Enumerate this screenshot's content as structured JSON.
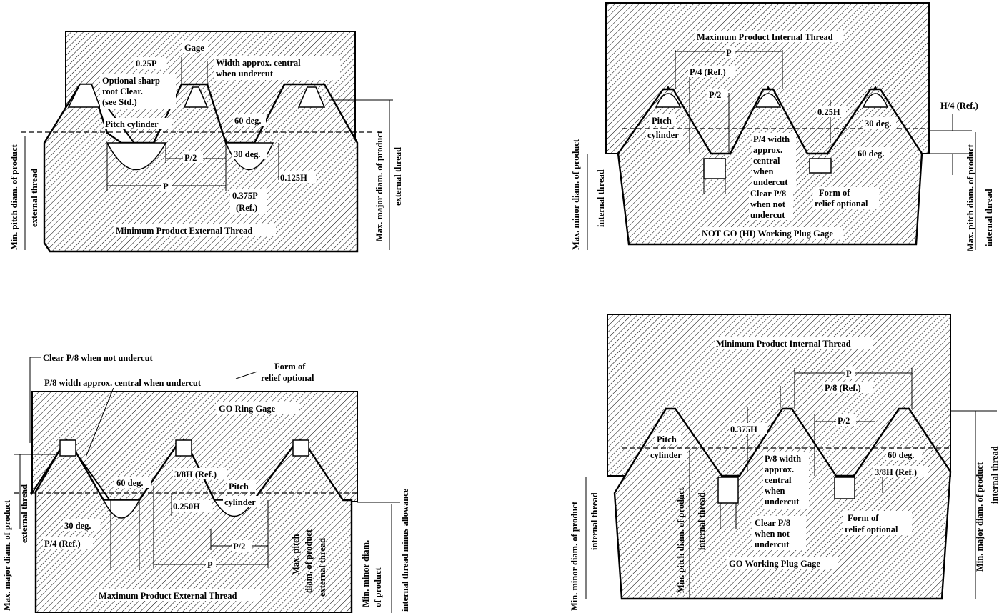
{
  "panels": {
    "top_left": {
      "title": "Minimum Product External Thread",
      "gage": "Gage",
      "labels": {
        "quarter_p": "0.25P",
        "width_note_1": "Width approx. central",
        "width_note_2": "when undercut",
        "sharp_1": "Optional sharp",
        "sharp_2": "root Clear.",
        "sharp_3": "(see Std.)",
        "pitch_cyl": "Pitch cylinder",
        "deg60": "60 deg.",
        "deg30": "30 deg.",
        "half_p": "P/2",
        "h125": "0.125H",
        "p": "P",
        "p375_1": "0.375P",
        "p375_2": "(Ref.)"
      },
      "side_left_1": "Min. pitch diam. of product",
      "side_left_2": "external thread",
      "side_right_1": "Max. major diam. of product",
      "side_right_2": "external thread"
    },
    "top_right": {
      "title": "Maximum Product Internal Thread",
      "bottom": "NOT GO (HI) Working Plug Gage",
      "labels": {
        "p": "P",
        "p4ref": "P/4 (Ref.)",
        "half_p": "P/2",
        "h25": "0.25H",
        "pitch": "Pitch",
        "cylinder": "cylinder",
        "deg30": "30 deg.",
        "deg60": "60 deg.",
        "w1": "P/4 width",
        "w2": "approx.",
        "w3": "central",
        "w4": "when",
        "w5": "undercut",
        "c1": "Clear P/8",
        "c2": "when not",
        "c3": "undercut",
        "f1": "Form of",
        "f2": "relief optional",
        "h4ref": "H/4 (Ref.)"
      },
      "side_left_1": "Max. minor diam. of product",
      "side_left_2": "internal thread",
      "side_right_1": "Max. pitch diam. of product",
      "side_right_2": "internal thread"
    },
    "bottom_left": {
      "title": "Maximum Product External Thread",
      "gage": "GO Ring Gage",
      "labels": {
        "clear": "Clear P/8 when not undercut",
        "width": "P/8 width approx. central when undercut",
        "form1": "Form of",
        "form2": "relief optional",
        "deg60": "60 deg.",
        "h38": "3/8H (Ref.)",
        "h250": "0.250H",
        "pitch": "Pitch",
        "cylinder": "cylinder",
        "deg30": "30 deg.",
        "p4ref": "P/4 (Ref.)",
        "half_p": "P/2",
        "p": "P",
        "mp1": "Max. pitch",
        "mp2": "diam. of product",
        "mp3": "external thread"
      },
      "side_left_1": "Max. major diam. of product",
      "side_left_2": "external thread",
      "side_right_1": "Min. minor diam.",
      "side_right_2": "of product",
      "side_right_3": "internal thread minus allowance"
    },
    "bottom_right": {
      "title": "Minimum Product Internal Thread",
      "bottom": "GO Working Plug Gage",
      "labels": {
        "p": "P",
        "p8ref": "P/8 (Ref.)",
        "h375": "0.375H",
        "half_p": "P/2",
        "pitch": "Pitch",
        "cylinder": "cylinder",
        "deg60": "60 deg.",
        "h38": "3/8H (Ref.)",
        "w1": "P/8 width",
        "w2": "approx.",
        "w3": "central",
        "w4": "when",
        "w5": "undercut",
        "c1": "Clear P/8",
        "c2": "when not",
        "c3": "undercut",
        "f1": "Form of",
        "f2": "relief optional",
        "mpd1": "Min. pitch diam. of product",
        "mpd2": "internal thread"
      },
      "side_left_1": "Min. minor diam. of product",
      "side_left_2": "internal thread",
      "side_right_1": "Min. major diam. of product",
      "side_right_2": "internal thread"
    }
  }
}
